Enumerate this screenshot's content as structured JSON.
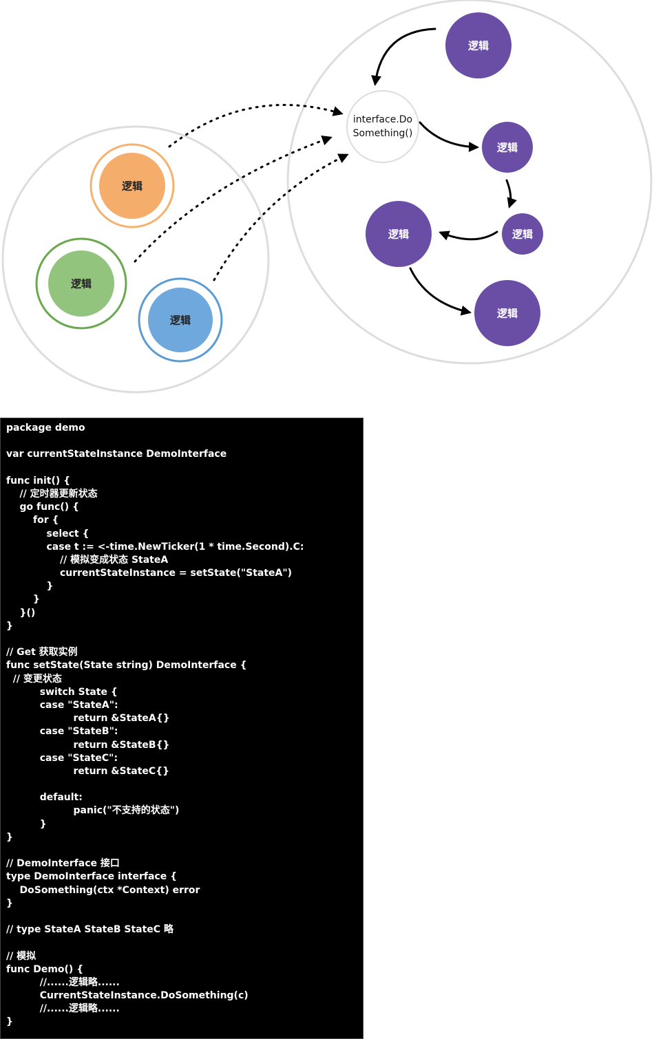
{
  "diagram": {
    "colors": {
      "container_stroke": "#dddddd",
      "purple": "#6a4ea6",
      "orange_fill": "#f5ad6b",
      "orange_ring": "#f5b26e",
      "green_fill": "#93c47d",
      "green_ring": "#6aa84f",
      "blue_fill": "#6fa8dc",
      "blue_ring": "#5b9bd5",
      "arrow": "#000000"
    },
    "interface_label_line1": "interface.Do",
    "interface_label_line2": "Something()",
    "left_nodes": [
      {
        "label": "逻辑",
        "color": "orange"
      },
      {
        "label": "逻辑",
        "color": "green"
      },
      {
        "label": "逻辑",
        "color": "blue"
      }
    ],
    "right_nodes": [
      {
        "label": "逻辑"
      },
      {
        "label": "逻辑"
      },
      {
        "label": "逻辑"
      },
      {
        "label": "逻辑"
      },
      {
        "label": "逻辑"
      }
    ]
  },
  "code": {
    "lines": [
      "package demo",
      "",
      "var currentStateInstance DemoInterface",
      "",
      "func init() {",
      "    // 定时器更新状态",
      "    go func() {",
      "        for {",
      "            select {",
      "            case t := <-time.NewTicker(1 * time.Second).C:",
      "                // 模拟变成状态 StateA",
      "                currentStateInstance = setState(\"StateA\")",
      "            }",
      "        }",
      "    }()",
      "}",
      "",
      "// Get 获取实例",
      "func setState(State string) DemoInterface {",
      "  // 变更状态",
      "          switch State {",
      "          case \"StateA\":",
      "                    return &StateA{}",
      "          case \"StateB\":",
      "                    return &StateB{}",
      "          case \"StateC\":",
      "                    return &StateC{}",
      "",
      "          default:",
      "                    panic(\"不支持的状态\")",
      "          }",
      "}",
      "",
      "// DemoInterface 接口",
      "type DemoInterface interface {",
      "    DoSomething(ctx *Context) error",
      "}",
      "",
      "// type StateA StateB StateC 略",
      "",
      "// 模拟",
      "func Demo() {",
      "          //......逻辑略......",
      "          CurrentStateInstance.DoSomething(c)",
      "          //......逻辑略......",
      "}"
    ]
  }
}
